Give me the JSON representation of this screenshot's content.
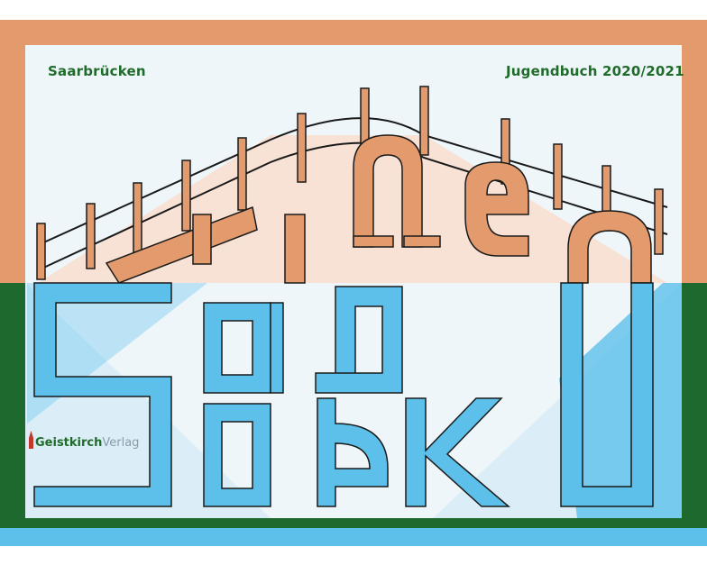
{
  "cover": {
    "city": "Saarbrücken",
    "edition": "Jugendbuch 2020/2021",
    "publisher_name": "Geistkirch",
    "publisher_suffix": "Verlag"
  },
  "colors": {
    "orange": "#e39a6c",
    "green": "#1e6a2e",
    "blue": "#5cc0ea",
    "light_blue": "#cfeaf6",
    "pale": "#eef6fa",
    "outline": "#1a1a1a"
  },
  "icons": [
    "church-tower-icon"
  ]
}
